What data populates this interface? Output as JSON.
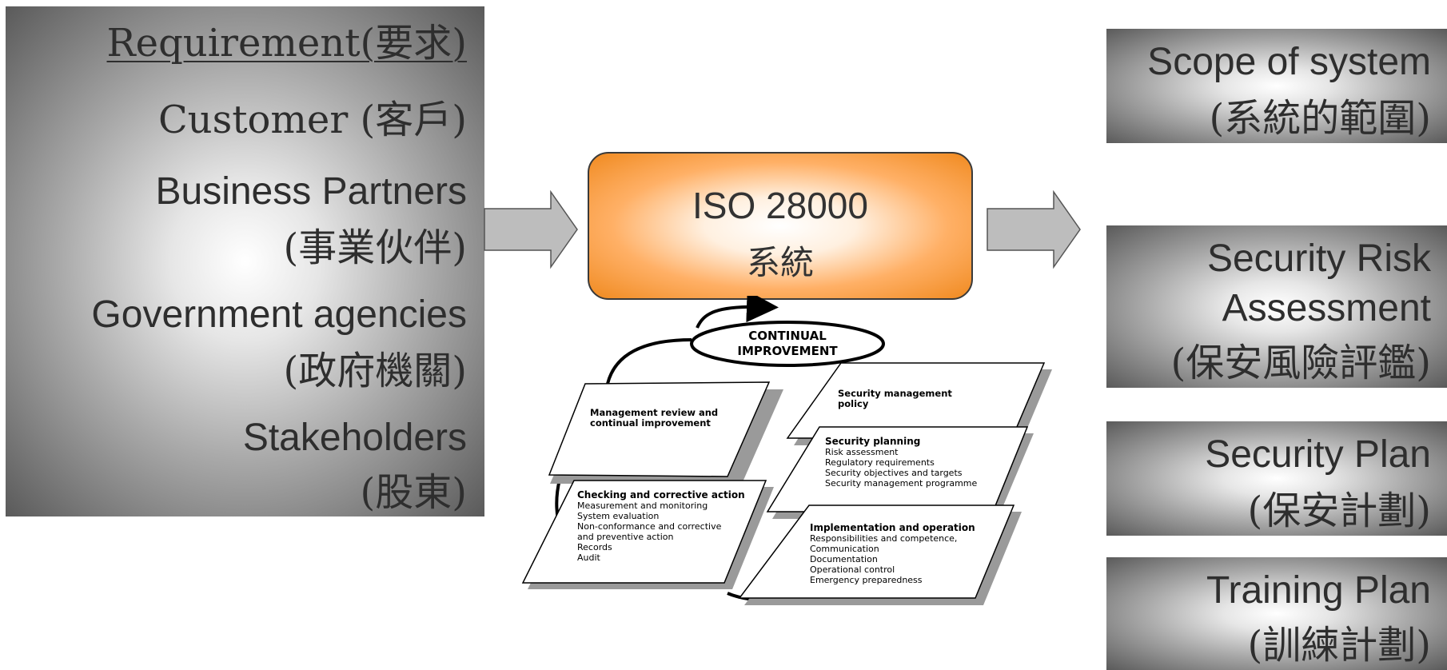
{
  "left_box": {
    "title": "Requirement(要求)",
    "lines": [
      "Customer (客戶)",
      "Business Partners",
      "(事業伙伴)",
      "Government agencies",
      "(政府機關)",
      "Stakeholders",
      "(股東)"
    ]
  },
  "center_box": {
    "line1": "ISO 28000",
    "line2": "系統"
  },
  "cycle": {
    "badge_line1": "CONTINUAL",
    "badge_line2": "IMPROVEMENT",
    "management_review": [
      "Management review and",
      "continual improvement"
    ],
    "policy": [
      "Security management",
      "policy"
    ],
    "planning_title": "Security planning",
    "planning_items": [
      "Risk assessment",
      "Regulatory requirements",
      "Security objectives and targets",
      "Security management programme"
    ],
    "checking_title": "Checking and corrective action",
    "checking_items": [
      "Measurement and monitoring",
      "System evaluation",
      "Non-conformance and corrective",
      "and preventive action",
      "Records",
      "Audit"
    ],
    "implementation_title": "Implementation and operation",
    "implementation_items": [
      "Responsibilities and competence,",
      "Communication",
      "Documentation",
      "Operational control",
      "Emergency preparedness"
    ]
  },
  "right_boxes": [
    {
      "lines": [
        "Scope of system",
        "(系統的範圍)"
      ]
    },
    {
      "lines": [
        "Security Risk",
        "Assessment",
        "(保安風險評鑑)"
      ]
    },
    {
      "lines": [
        "Security Plan",
        "(保安計劃)"
      ]
    },
    {
      "lines": [
        "Training Plan",
        "(訓練計劃)"
      ]
    }
  ],
  "colors": {
    "orange": "#f08a20",
    "gray_box_edge": "#5a5a5a",
    "arrow_fill": "#bdbdbd"
  }
}
